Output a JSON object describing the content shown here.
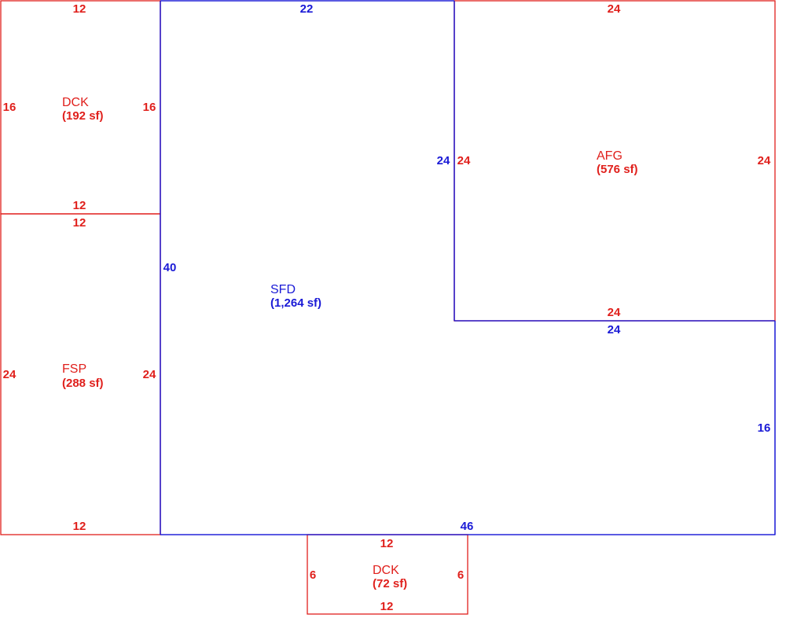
{
  "colors": {
    "addition": "#e0201c",
    "main": "#1a1ad6"
  },
  "areas": {
    "dck_top": {
      "code": "DCK",
      "area": "(192 sf)"
    },
    "fsp": {
      "code": "FSP",
      "area": "(288 sf)"
    },
    "sfd": {
      "code": "SFD",
      "area": "(1,264 sf)"
    },
    "afg": {
      "code": "AFG",
      "area": "(576 sf)"
    },
    "dck_bottom": {
      "code": "DCK",
      "area": "(72 sf)"
    }
  },
  "dimensions": {
    "dck_top": {
      "top": "12",
      "left": "16",
      "right": "16",
      "bottom": "12"
    },
    "fsp": {
      "top": "12",
      "left": "24",
      "right": "24",
      "bottom": "12"
    },
    "sfd": {
      "top": "22",
      "left": "40",
      "inner_vertical": "24",
      "inner_horizontal": "24",
      "right": "16",
      "bottom": "46"
    },
    "afg": {
      "top": "24",
      "left": "24",
      "right": "24",
      "bottom": "24"
    },
    "dck_bottom": {
      "top": "12",
      "left": "6",
      "right": "6",
      "bottom": "12"
    }
  }
}
